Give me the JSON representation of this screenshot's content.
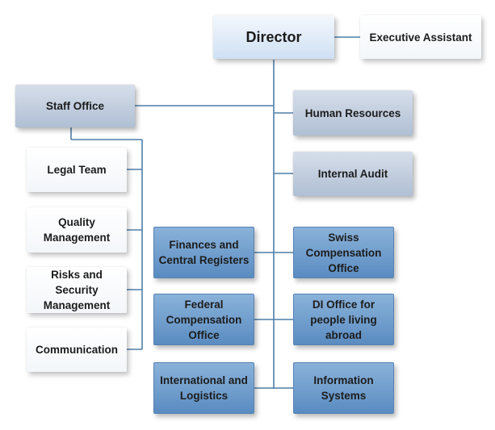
{
  "top": {
    "director": "Director",
    "executive_assistant": "Executive Assistant"
  },
  "staff": {
    "staff_office": "Staff Office",
    "legal_team": "Legal Team",
    "quality_management": "Quality Management",
    "risks_security": "Risks and Security Management",
    "communication": "Communication"
  },
  "direct_units": {
    "human_resources": "Human Resources",
    "internal_audit": "Internal Audit"
  },
  "departments": {
    "finances": "Finances and Central Registers",
    "federal_compensation": "Federal Compensation Office",
    "international_logistics": "International and Logistics",
    "swiss_compensation": "Swiss Compensation Office",
    "di_office": "DI Office for people living abroad",
    "information_systems": "Information Systems"
  },
  "colors": {
    "connector": "#4f7fa8",
    "department_blue": "#5a8cc1",
    "unit_grey": "#b0bfd4"
  }
}
